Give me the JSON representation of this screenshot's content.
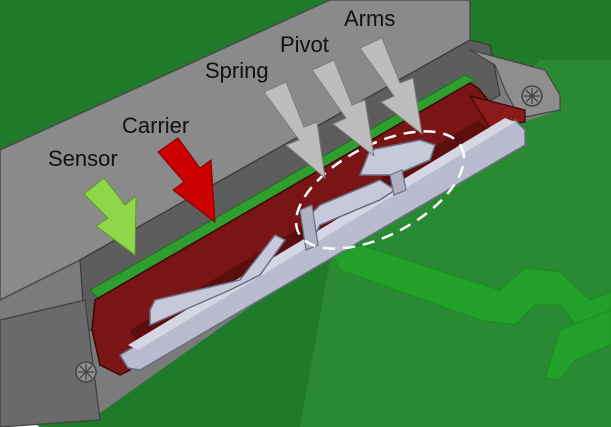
{
  "labels": {
    "sensor": "Sensor",
    "carrier": "Carrier",
    "spring": "Spring",
    "pivot": "Pivot",
    "arms": "Arms"
  },
  "colors": {
    "pcb": "#1f7a2a",
    "trace": "#22a02a",
    "housing": "#6e6e6e",
    "carrier": "#7a1515",
    "sensor_strip": "#2e9e2e",
    "spring_part": "#b9bccf",
    "arrow_sensor": "#8fd64b",
    "arrow_carrier": "#cc0000",
    "arrow_gray": "#bdbdbd",
    "highlight": "#ffffff"
  }
}
